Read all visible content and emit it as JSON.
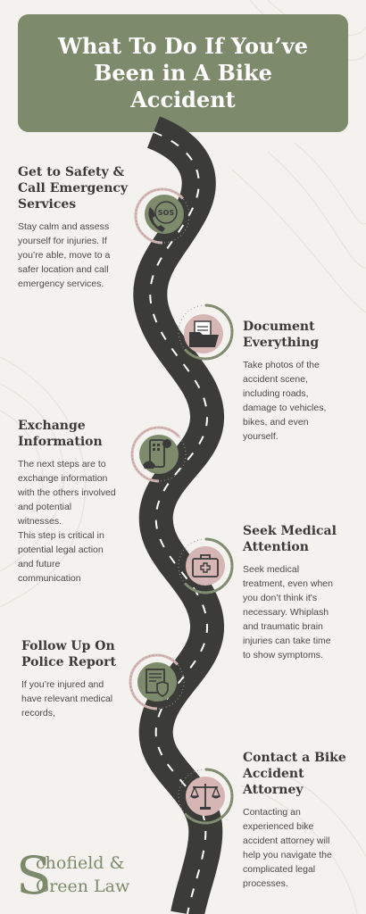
{
  "title": "What To Do If You’ve Been in A Bike Accident",
  "steps": [
    {
      "title_lines": [
        "Get to Safety &",
        "Call Emergency",
        "Services"
      ],
      "body_lines": [
        "Stay calm and assess",
        "yourself for injuries. If",
        "you’re able, move to a",
        "safer location and call",
        "emergency services."
      ],
      "icon_text": "SOS"
    },
    {
      "title_lines": [
        "Document",
        "Everything"
      ],
      "body_lines": [
        "Take photos of the",
        "accident scene,",
        "including roads,",
        "damage to vehicles,",
        "bikes, and even",
        "yourself."
      ]
    },
    {
      "title_lines": [
        "Exchange",
        "Information"
      ],
      "body_lines": [
        "The next steps are to",
        "exchange information",
        "with the others involved",
        "and potential",
        "witnesses.",
        "This step is critical in",
        "potential legal action",
        "and future",
        "communication"
      ]
    },
    {
      "title_lines": [
        "Seek Medical",
        "Attention"
      ],
      "body_lines": [
        "Seek medical",
        "treatment, even when",
        "you don’t think it's",
        "necessary. Whiplash",
        "and traumatic brain",
        "injuries can take time",
        "to show symptoms."
      ]
    },
    {
      "title_lines": [
        "Follow Up On",
        "Police Report"
      ],
      "body_lines": [
        "If you’re injured and",
        "have relevant medical",
        "records,"
      ]
    },
    {
      "title_lines": [
        "Contact a Bike",
        "Accident",
        "Attorney"
      ],
      "body_lines": [
        "Contacting an",
        "experienced bike",
        "accident attorney will",
        "help you navigate the",
        "complicated legal",
        "processes."
      ]
    }
  ],
  "logo": {
    "cap": "S",
    "line1": "chofield &",
    "line2": "Green Law"
  },
  "colors": {
    "sage": "#7e8a6c",
    "blush": "#d6b5b5",
    "road": "#3b3b38",
    "background": "#f4f2ee",
    "icon": "#3a3a3a"
  }
}
